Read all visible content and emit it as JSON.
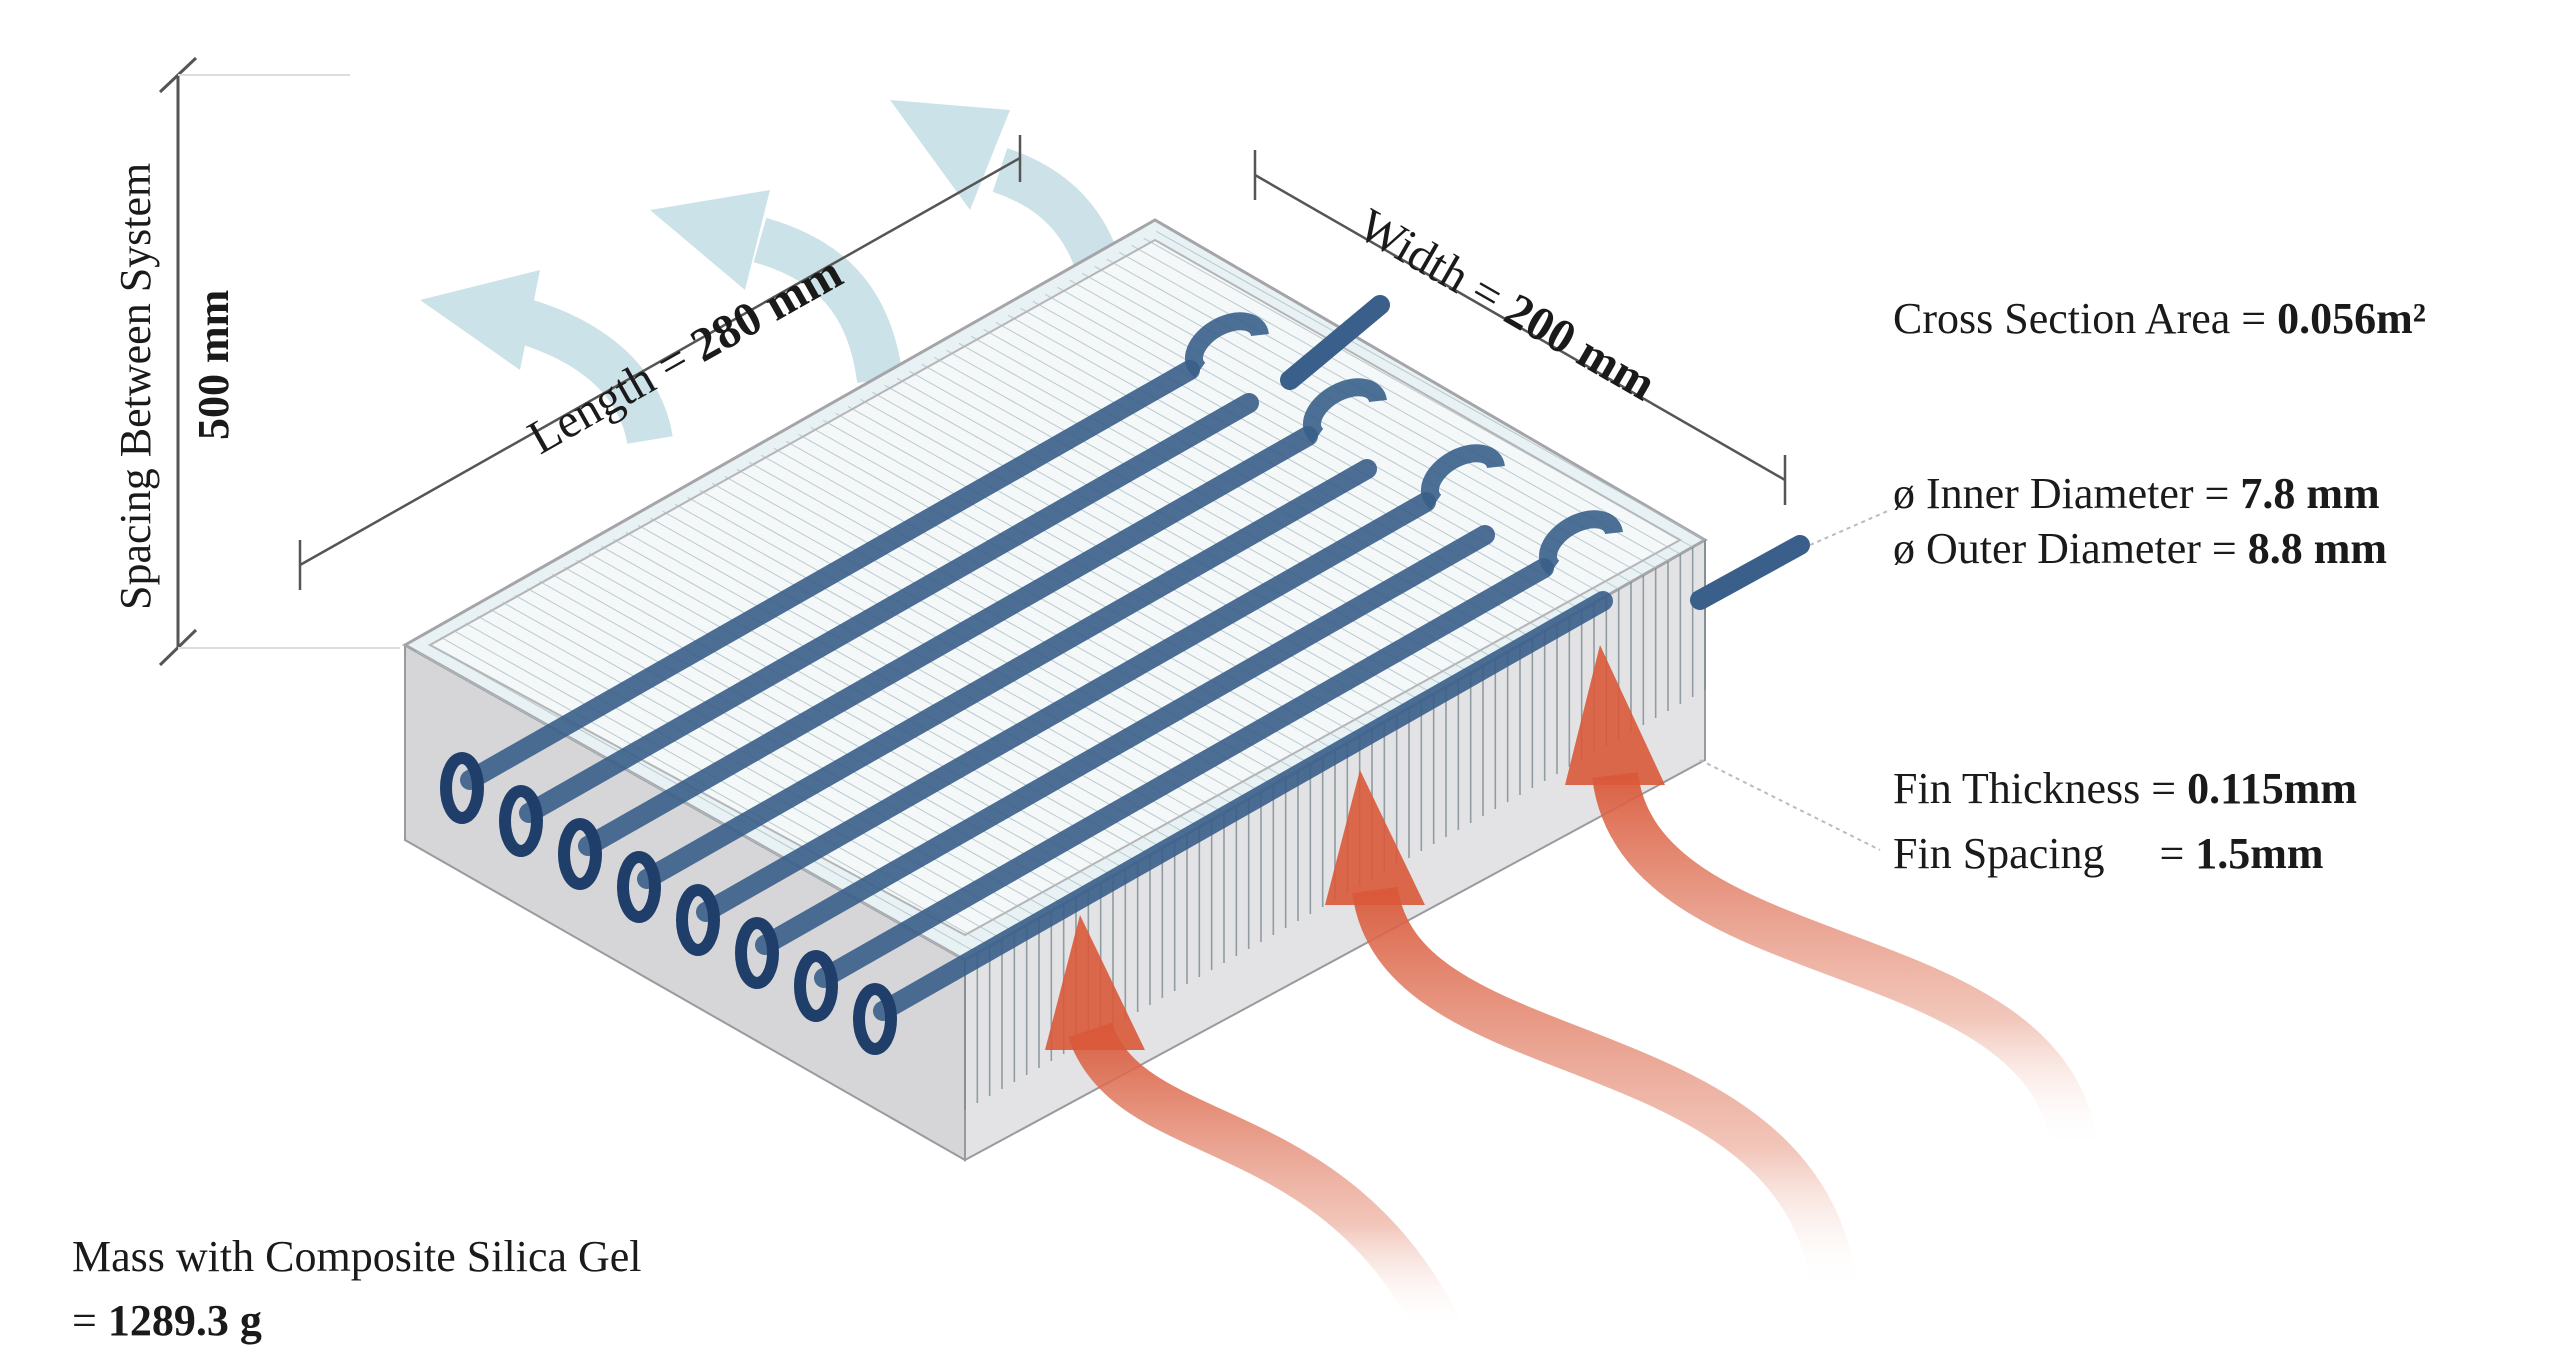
{
  "dimensions": {
    "spacing_label": "Spacing Between System",
    "spacing_value": "500 mm",
    "length_prefix": "Length = ",
    "length_value": "280 mm",
    "width_prefix": "Width = ",
    "width_value": "200 mm"
  },
  "specs": {
    "cross_section_label": "Cross Section Area  = ",
    "cross_section_value": "0.056m²",
    "inner_diameter_label": "ø Inner Diameter  = ",
    "inner_diameter_value": "7.8 mm",
    "outer_diameter_label": "ø Outer Diameter = ",
    "outer_diameter_value": "8.8 mm",
    "fin_thickness_label": "Fin Thickness  = ",
    "fin_thickness_value": "0.115mm",
    "fin_spacing_label": "Fin Spacing     = ",
    "fin_spacing_value": "1.5mm",
    "mass_label": "Mass with Composite Silica Gel",
    "mass_prefix": "= ",
    "mass_value": "1289.3 g"
  },
  "colors": {
    "tube": "#3a5f8a",
    "tube_dark": "#1f3f6a",
    "frame": "#d4d4d6",
    "fin": "#c8dde2",
    "hot_air": "#e06a4e",
    "cool_air": "#b9d7df"
  }
}
